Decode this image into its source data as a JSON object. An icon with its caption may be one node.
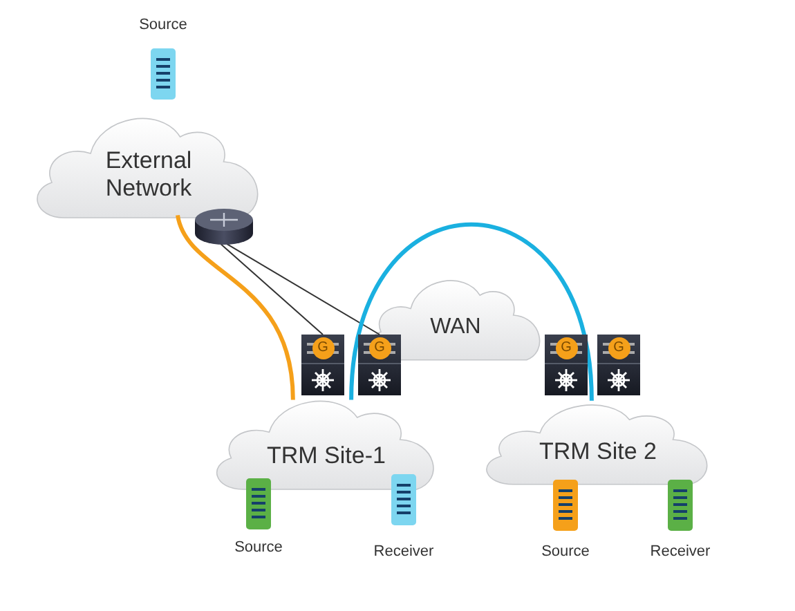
{
  "diagram": {
    "nodes": [
      {
        "text": [
          "Source"
        ]
      },
      {
        "text": [
          "External Network"
        ]
      },
      {
        "text": [],
        "shape": "cylinder"
      },
      {
        "text": [
          "WAN"
        ]
      },
      {
        "text": [
          "TRM Site-1"
        ]
      },
      {
        "text": [
          "TRM Site 2"
        ]
      },
      {
        "text": [
          "G"
        ]
      },
      {
        "text": [
          "G"
        ]
      },
      {
        "text": [
          "G"
        ]
      },
      {
        "text": [
          "G"
        ]
      },
      {
        "text": [
          "Source"
        ]
      },
      {
        "text": [
          "Receiver"
        ]
      },
      {
        "text": [
          "Source"
        ]
      },
      {
        "text": [
          "Receiver"
        ]
      }
    ],
    "edges": [
      {
        "from": 2,
        "to": 6,
        "arrow": "none"
      },
      {
        "from": 2,
        "to": 7,
        "arrow": "none"
      },
      {
        "from": 1,
        "to": 4,
        "arrow": "none",
        "color": "#f5a01a",
        "style": "thick"
      },
      {
        "from": 4,
        "to": 5,
        "arrow": "none",
        "color": "#1ab0e0",
        "style": "thick"
      }
    ]
  }
}
